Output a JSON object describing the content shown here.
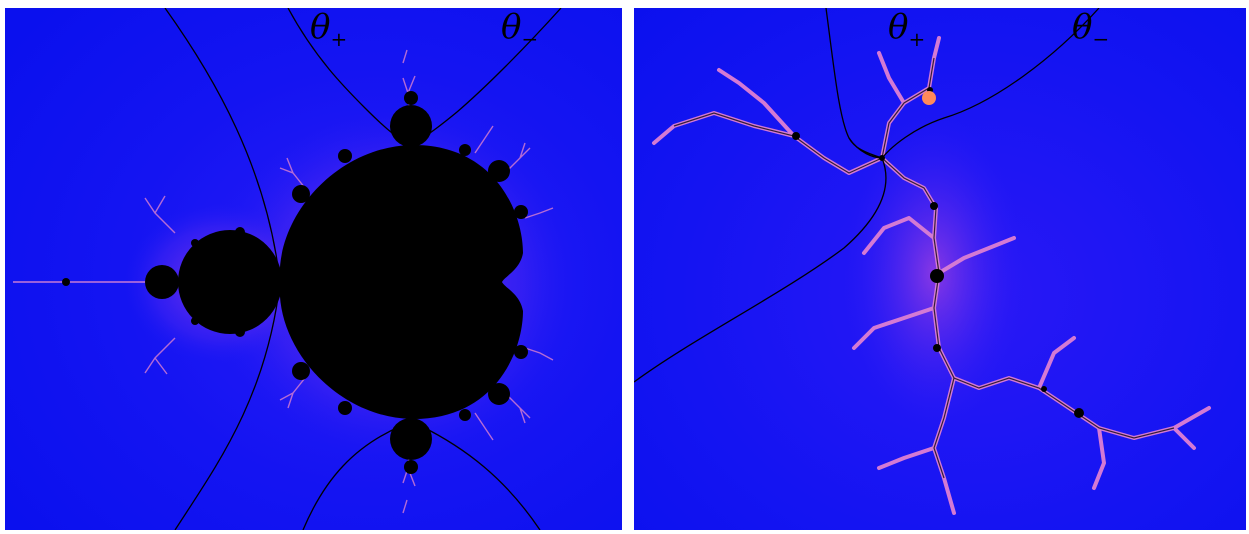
{
  "panels": [
    {
      "id": "mandelbrot",
      "labels": {
        "theta_plus": "θ",
        "theta_plus_sub": "+",
        "theta_minus": "θ",
        "theta_minus_sub": "−"
      }
    },
    {
      "id": "julia",
      "labels": {
        "theta_plus": "θ",
        "theta_plus_sub": "+",
        "theta_minus": "θ",
        "theta_minus_sub": "−"
      }
    }
  ],
  "colors": {
    "background": "#0a10f2",
    "glow": "#7a3cf0",
    "filament": "#d07ad0",
    "set": "#000000",
    "marked_point": "#ff8a5a",
    "ray": "#000000"
  }
}
